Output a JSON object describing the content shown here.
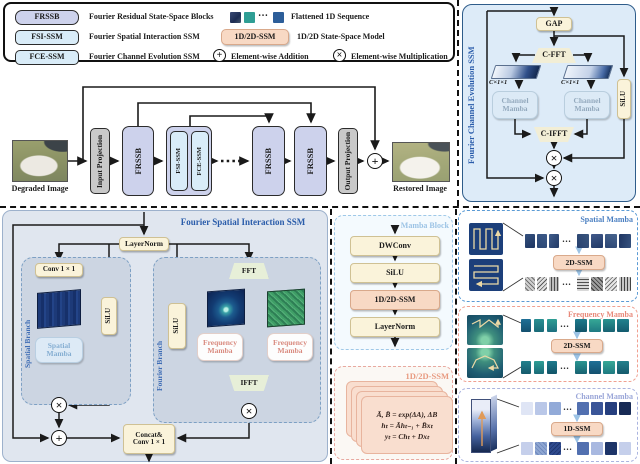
{
  "icons": {
    "add": "+",
    "multiply": "×",
    "dots": "…"
  },
  "colors": {
    "lavender": "#cdd2ec",
    "light_blue": "#d9ecf8",
    "salmon": "#f8d9c4",
    "cream": "#faf3da",
    "panel_blue": "#ddebf8",
    "title_blue": "#2a5caa",
    "green_trapezoid": "#e7efd8",
    "spatial_title": "#4a7fc1",
    "frequency_title": "#e8897a",
    "channel_title": "#9aa6d8"
  },
  "legend": {
    "items": [
      {
        "chip": "FRSSB",
        "label": "Fourier Residual State-Space Blocks"
      },
      {
        "chip": "FSI-SSM",
        "label": "Fourier Spatial Interaction SSM"
      },
      {
        "chip": "FCE-SSM",
        "label": "Fourier Channel Evolution SSM"
      }
    ],
    "flattened_label": "Flattened 1D Sequence",
    "ssm_chip": "1D/2D-SSM",
    "ssm_label": "1D/2D State-Space Model",
    "add_label": "Element-wise Addition",
    "mul_label": "Element-wise Multiplication"
  },
  "pipeline": {
    "degraded_label": "Degraded Image",
    "restored_label": "Restored Image",
    "input_projection": "Input Projection",
    "output_projection": "Output Projection",
    "frssb": "FRSSB",
    "fsi": "FSI-SSM",
    "fce": "FCE-SSM"
  },
  "fce_panel": {
    "title": "Fourier Channel Evolution SSM",
    "gap": "GAP",
    "cfft": "C-FFT",
    "cifft": "C-IFFT",
    "silu": "SiLU",
    "dim": "C×1×1",
    "channel_mamba": "Channel\nMamba"
  },
  "fsi_panel": {
    "title": "Fourier Spatial Interaction SSM",
    "layernorm": "LayerNorm",
    "conv1x1": "Conv 1 × 1",
    "silu": "SiLU",
    "spatial_branch": "Spatial Branch",
    "fourier_branch": "Fourier Branch",
    "spatial_mamba": "Spatial\nMamba",
    "frequency_mamba": "Frequency\nMamba",
    "fft": "FFT",
    "ifft": "IFFT",
    "concat": "Concat&\nConv 1 × 1"
  },
  "mamba_block": {
    "title": "Mamba Block",
    "steps": [
      "DWConv",
      "SiLU",
      "1D/2D-SSM",
      "LayerNorm"
    ]
  },
  "ssm_panel": {
    "title": "1D/2D-SSM",
    "eq1": "Ā, B̄ = exp(ΔA), ΔB",
    "eq2": "hₜ = Āhₜ₋₁ + B̄xₜ",
    "eq3": "yₜ = Chₜ + Dxₜ"
  },
  "scan_panels": [
    {
      "title": "Spatial Mamba",
      "ssm": "2D-SSM"
    },
    {
      "title": "Frequency Mamba",
      "ssm": "2D-SSM"
    },
    {
      "title": "Channel Mamba",
      "ssm": "1D-SSM"
    }
  ]
}
